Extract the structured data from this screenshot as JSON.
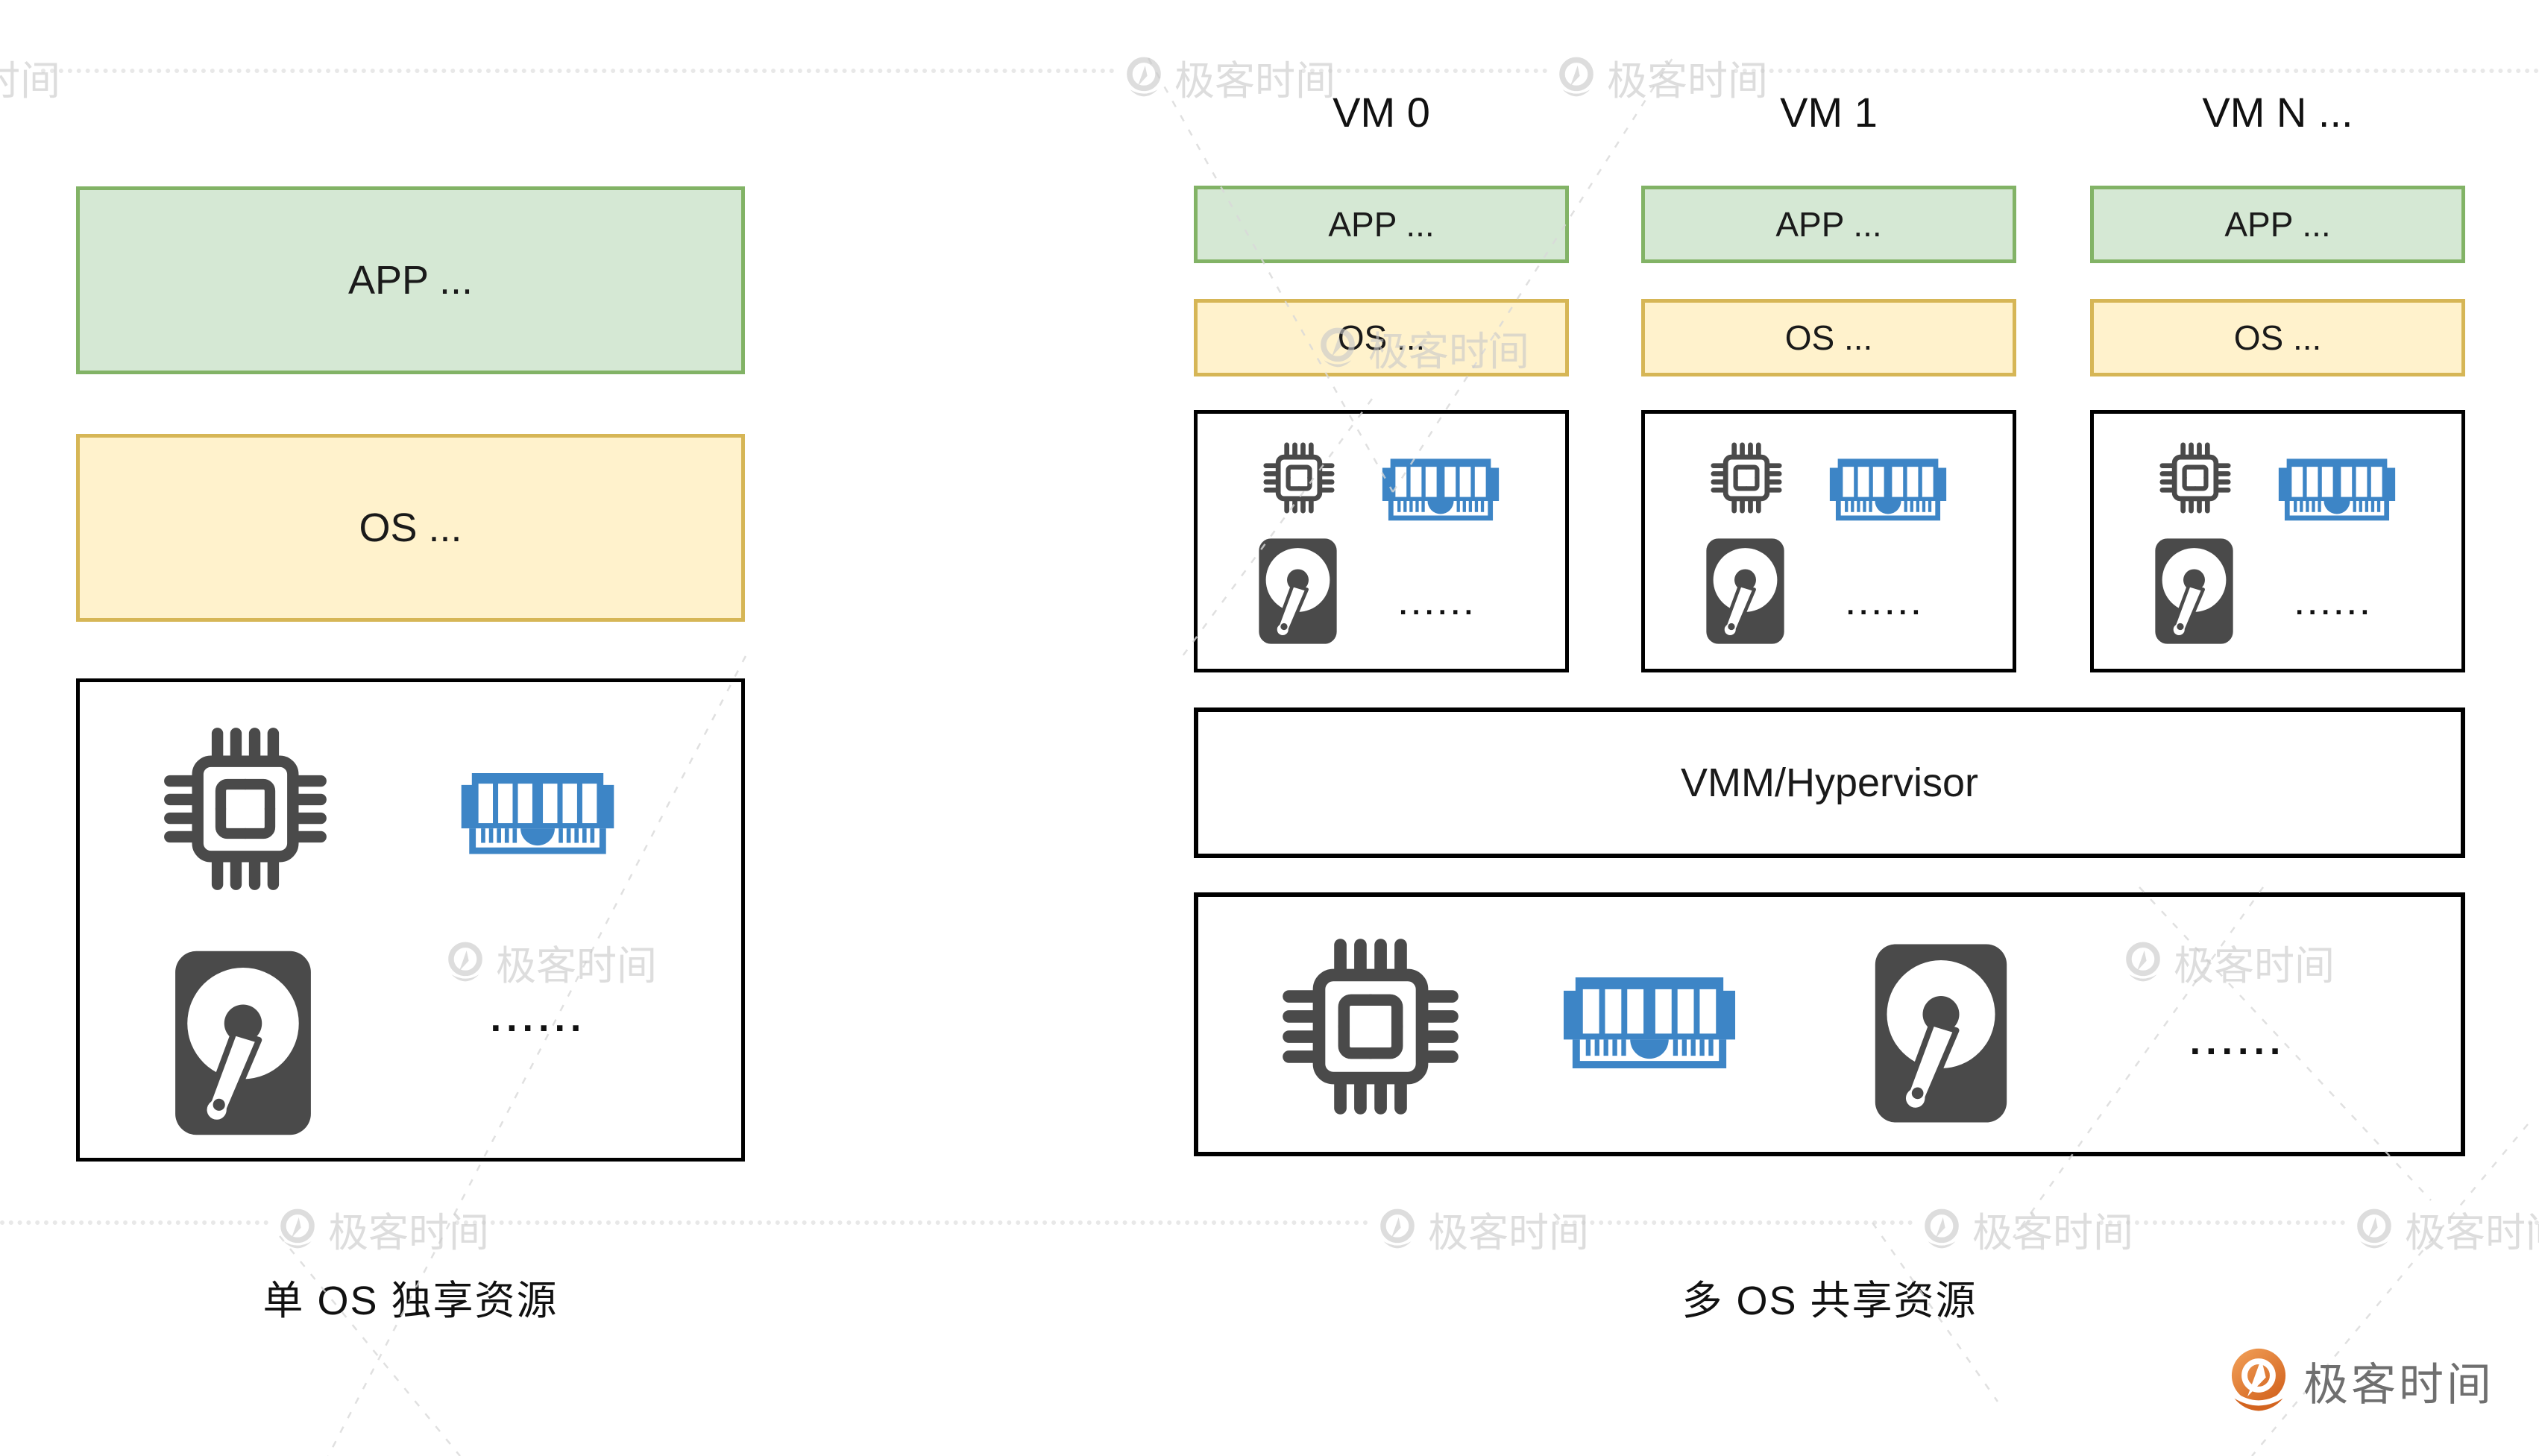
{
  "left_panel": {
    "app_label": "APP ...",
    "os_label": "OS ...",
    "hardware": {
      "dots": "......"
    },
    "caption": "单 OS 独享资源"
  },
  "right_panel": {
    "vms": [
      {
        "label": "VM 0",
        "app_label": "APP ...",
        "os_label": "OS ...",
        "hardware_dots": "......"
      },
      {
        "label": "VM 1",
        "app_label": "APP ...",
        "os_label": "OS ...",
        "hardware_dots": "......"
      },
      {
        "label": "VM N ...",
        "app_label": "APP ...",
        "os_label": "OS ...",
        "hardware_dots": "......"
      }
    ],
    "vmm_label": "VMM/Hypervisor",
    "hardware": {
      "dots": "......"
    },
    "caption": "多 OS 共享资源"
  },
  "brand": {
    "logo_text": "极客时间"
  },
  "watermark": {
    "text": "极客时间"
  },
  "icons": {
    "cpu": "cpu-chip-icon",
    "memory": "memory-ram-icon",
    "disk": "hard-disk-icon",
    "brand": "geektime-logo-icon",
    "watermark": "geektime-watermark-icon"
  },
  "colors": {
    "app_fill": "#d5e8d4",
    "app_border": "#82b366",
    "os_fill": "#fff2cc",
    "os_border": "#d6b656",
    "memory_blue": "#3d85c6",
    "icon_gray": "#4a4a4a",
    "box_border": "#000000",
    "brand_orange": "#e07b39",
    "brand_text_gray": "#6f6f6f",
    "watermark_gray": "#c9c9c9"
  }
}
